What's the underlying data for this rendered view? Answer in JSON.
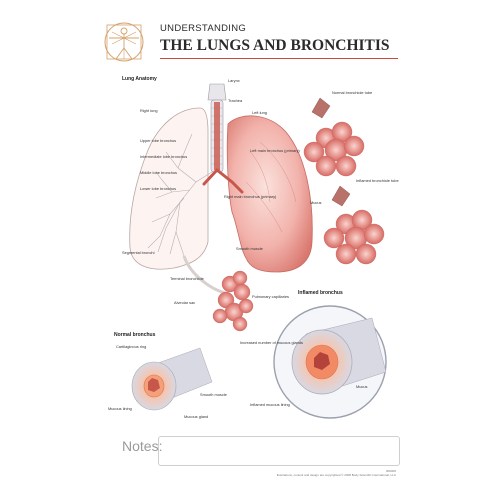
{
  "header": {
    "subtitle": "UNDERSTANDING",
    "title": "THE LUNGS AND BRONCHITIS"
  },
  "sections": {
    "lung_anatomy": "Lung Anatomy",
    "normal_bronchus": "Normal bronchus",
    "inflamed_bronchus": "Inflamed bronchus"
  },
  "labels": {
    "larynx": "Larynx",
    "trachea": "Trachea",
    "right_lung": "Right lung",
    "left_lung": "Left lung",
    "upper_lobe_bronchus": "Upper lobe bronchus",
    "intermediate_bronchus": "Intermediate lobe bronchus",
    "middle_lobe_bronchus": "Middle lobe bronchus",
    "lower_lobe_bronchus": "Lower lobe bronchus",
    "left_main_bronchus": "Left main bronchus (primary)",
    "right_main_bronchus": "Right main bronchus (primary)",
    "segmental_bronchi": "Segmental bronchi",
    "smooth_muscle": "Smooth muscle",
    "terminal_bronchiole": "Terminal bronchiole",
    "alveolar_sac": "Alveolar sac",
    "pulmonary_capillaries": "Pulmonary capillaries",
    "normal_bronchiole_tube": "Normal bronchiole tube",
    "inflamed_bronchiole_tube": "Inflamed bronchiole tube",
    "mucus": "Mucus",
    "cartilaginous_ring": "Cartilaginous ring",
    "smooth_muscle_2": "Smooth muscle",
    "mucous_lining": "Mucous lining",
    "mucous_gland": "Mucous gland",
    "increased_glands": "Increased number of mucous glands",
    "mucus_2": "Mucus",
    "inflamed_mucous_lining": "Inflamed mucous lining"
  },
  "notes": {
    "label": "Notes:"
  },
  "footer": {
    "code": "000000",
    "copyright": "Illustrations, content and design are copyrighted © 2008 Body Scientific International, LLC"
  },
  "colors": {
    "accent": "#c94b3f",
    "lung_pink": "#f3b8b3",
    "lung_dark": "#d9786f",
    "bronchus": "#c7574a"
  }
}
